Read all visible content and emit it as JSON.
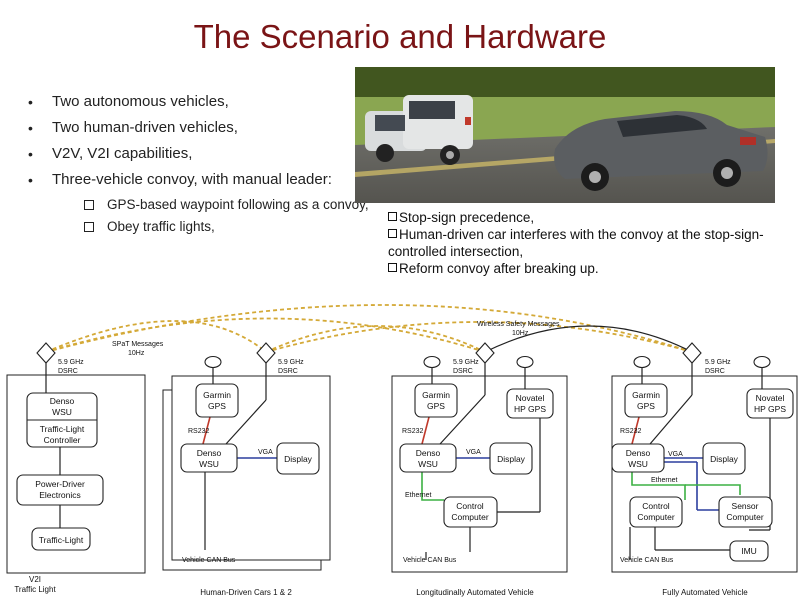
{
  "slide": {
    "title": "The Scenario and Hardware"
  },
  "bullets": [
    "Two autonomous vehicles,",
    "Two human-driven vehicles,",
    "V2V, V2I capabilities,",
    "Three-vehicle convoy, with manual leader:"
  ],
  "sub_bullets": [
    "GPS-based waypoint following as a convoy,",
    "Obey traffic lights,"
  ],
  "notes": [
    "Stop-sign precedence,",
    "Human-driven car interferes with the convoy at the stop-sign-controlled intersection,",
    "Reform convoy after breaking up."
  ],
  "diagram": {
    "links": {
      "spat": [
        "SPaT Messages",
        "10Hz"
      ],
      "wireless": [
        "Wireless Safety Messages",
        "10Hz"
      ],
      "dsrc": [
        "5.9 GHz",
        "DSRC"
      ]
    },
    "v2i": {
      "caption": [
        "V2I",
        "Traffic Light"
      ],
      "wsu": [
        "Denso",
        "WSU"
      ],
      "controller": [
        "Traffic-Light",
        "Controller"
      ],
      "power": [
        "Power-Driver",
        "Electronics"
      ],
      "light": "Traffic-Light"
    },
    "human": {
      "caption": "Human-Driven Cars 1 & 2",
      "gps": [
        "Garmin",
        "GPS"
      ],
      "wsu": [
        "Denso",
        "WSU"
      ],
      "display": "Display",
      "rs232": "RS232",
      "vga": "VGA",
      "can": "Vehicle CAN Bus"
    },
    "longitudinal": {
      "caption": "Longitudinally Automated Vehicle",
      "gps": [
        "Garmin",
        "GPS"
      ],
      "novatel": [
        "Novatel",
        "HP GPS"
      ],
      "wsu": [
        "Denso",
        "WSU"
      ],
      "display": "Display",
      "control": [
        "Control",
        "Computer"
      ],
      "rs232": "RS232",
      "vga": "VGA",
      "ethernet": "Ethernet",
      "can": "Vehicle CAN Bus"
    },
    "full": {
      "caption": "Fully Automated Vehicle",
      "gps": [
        "Garmin",
        "GPS"
      ],
      "novatel": [
        "Novatel",
        "HP GPS"
      ],
      "wsu": [
        "Denso",
        "WSU"
      ],
      "display": "Display",
      "control": [
        "Control",
        "Computer"
      ],
      "sensor": [
        "Sensor",
        "Computer"
      ],
      "imu": "IMU",
      "rs232": "RS232",
      "vga": "VGA",
      "ethernet": "Ethernet",
      "can": "Vehicle CAN Bus"
    }
  },
  "colors": {
    "title": "#7a1416",
    "rs232": "#c0392b",
    "vga": "#2c3e9e",
    "ethernet": "#3cb043",
    "wireless": "#d4a937"
  }
}
